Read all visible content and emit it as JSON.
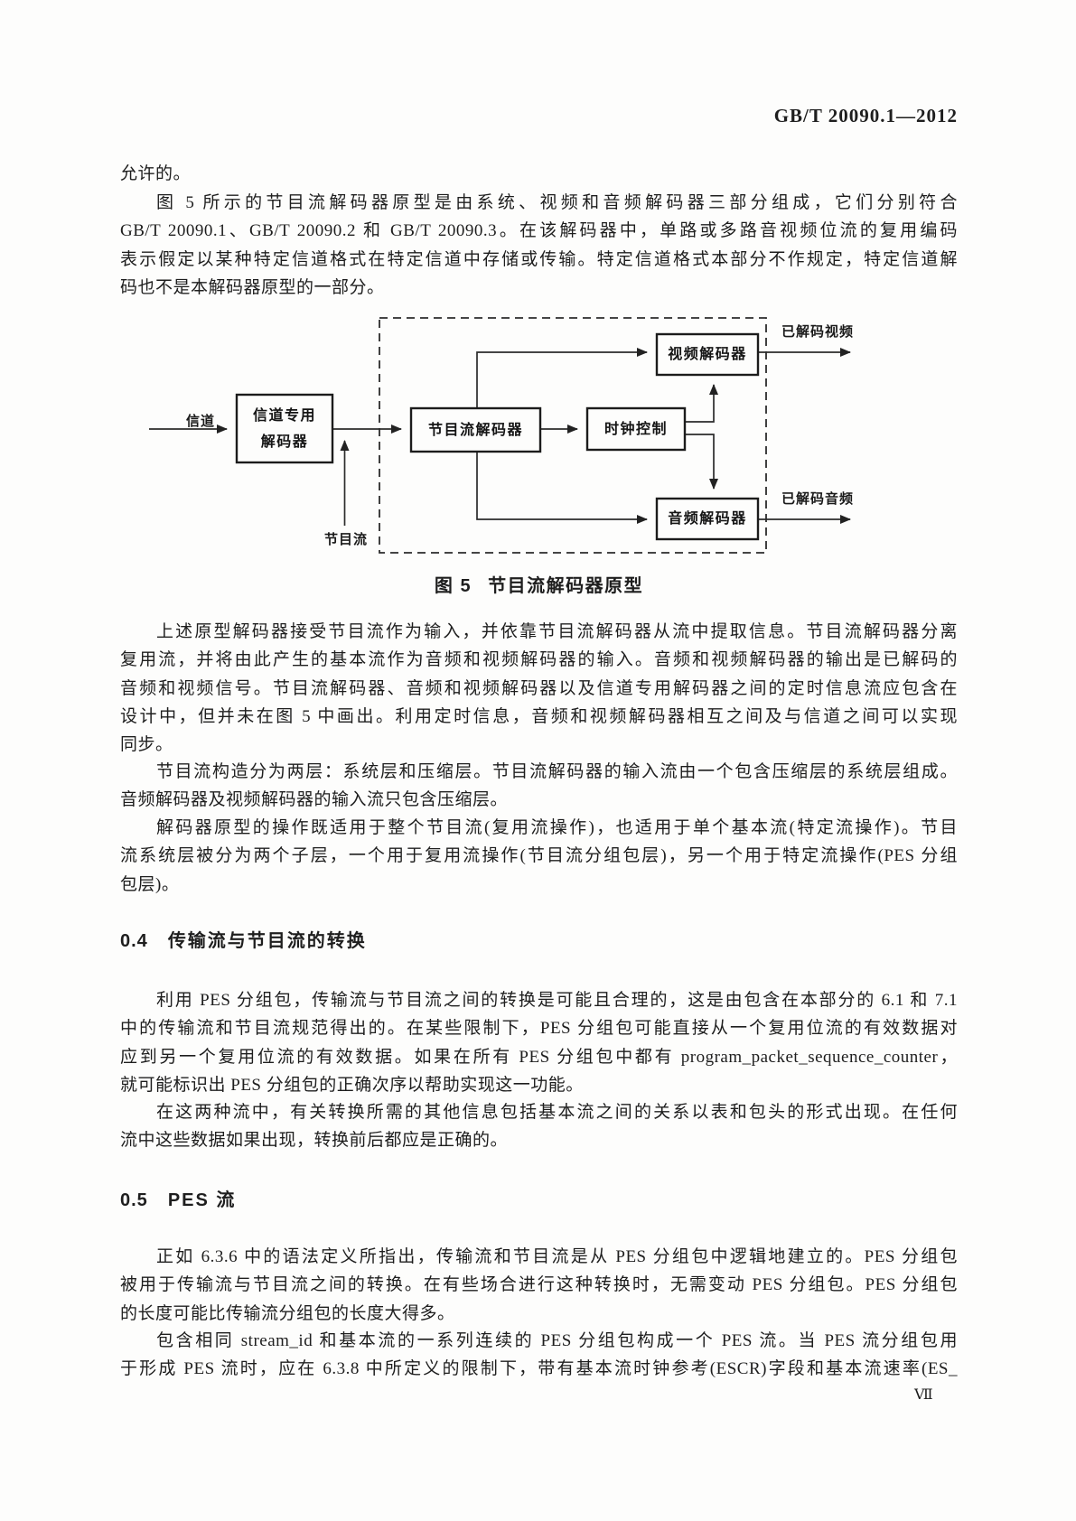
{
  "page": {
    "header": "GB/T 20090.1—2012",
    "page_number": "Ⅶ"
  },
  "sections": {
    "s04": {
      "number": "0.4",
      "title": "传输流与节目流的转换"
    },
    "s05": {
      "number": "0.5",
      "title": "PES 流"
    }
  },
  "figure": {
    "caption_label": "图 5",
    "caption_title": "节目流解码器原型",
    "labels": {
      "channel": "信道",
      "program_stream": "节目流",
      "decoded_video": "已解码视频",
      "decoded_audio": "已解码音频"
    },
    "boxes": {
      "channel_decoder_line1": "信道专用",
      "channel_decoder_line2": "解码器",
      "ps_decoder": "节目流解码器",
      "clock": "时钟控制",
      "video_decoder": "视频解码器",
      "audio_decoder": "音频解码器"
    }
  },
  "paragraphs": {
    "p0": {
      "lines": [
        "允许的。"
      ]
    },
    "p1": {
      "lines": [
        "图 5 所示的节目流解码器原型是由系统、视频和音频解码器三部分组成，它们分别符合",
        "GB/T 20090.1、GB/T 20090.2 和 GB/T 20090.3。在该解码器中，单路或多路音视频位流的复用编码",
        "表示假定以某种特定信道格式在特定信道中存储或传输。特定信道格式本部分不作规定，特定信道解",
        "码也不是本解码器原型的一部分。"
      ]
    },
    "p2": {
      "lines": [
        "上述原型解码器接受节目流作为输入，并依靠节目流解码器从流中提取信息。节目流解码器分离",
        "复用流，并将由此产生的基本流作为音频和视频解码器的输入。音频和视频解码器的输出是已解码的",
        "音频和视频信号。节目流解码器、音频和视频解码器以及信道专用解码器之间的定时信息流应包含在",
        "设计中，但并未在图 5 中画出。利用定时信息，音频和视频解码器相互之间及与信道之间可以实现",
        "同步。"
      ]
    },
    "p3": {
      "lines": [
        "节目流构造分为两层：系统层和压缩层。节目流解码器的输入流由一个包含压缩层的系统层组成。",
        "音频解码器及视频解码器的输入流只包含压缩层。"
      ]
    },
    "p4": {
      "lines": [
        "解码器原型的操作既适用于整个节目流(复用流操作)，也适用于单个基本流(特定流操作)。节目",
        "流系统层被分为两个子层，一个用于复用流操作(节目流分组包层)，另一个用于特定流操作(PES 分组",
        "包层)。"
      ]
    },
    "p5": {
      "lines": [
        "利用 PES 分组包，传输流与节目流之间的转换是可能且合理的，这是由包含在本部分的 6.1 和 7.1",
        "中的传输流和节目流规范得出的。在某些限制下，PES 分组包可能直接从一个复用位流的有效数据对",
        "应到另一个复用位流的有效数据。如果在所有 PES 分组包中都有 program_packet_sequence_counter，",
        "就可能标识出 PES 分组包的正确次序以帮助实现这一功能。"
      ]
    },
    "p6": {
      "lines": [
        "在这两种流中，有关转换所需的其他信息包括基本流之间的关系以表和包头的形式出现。在任何",
        "流中这些数据如果出现，转换前后都应是正确的。"
      ]
    },
    "p7": {
      "lines": [
        "正如 6.3.6 中的语法定义所指出，传输流和节目流是从 PES 分组包中逻辑地建立的。PES 分组包",
        "被用于传输流与节目流之间的转换。在有些场合进行这种转换时，无需变动 PES 分组包。PES 分组包",
        "的长度可能比传输流分组包的长度大得多。"
      ]
    },
    "p8": {
      "lines": [
        "包含相同 stream_id 和基本流的一系列连续的 PES 分组包构成一个 PES 流。当 PES 流分组包用",
        "于形成 PES 流时，应在 6.3.8 中所定义的限制下，带有基本流时钟参考(ESCR)字段和基本流速率(ES_"
      ]
    }
  }
}
